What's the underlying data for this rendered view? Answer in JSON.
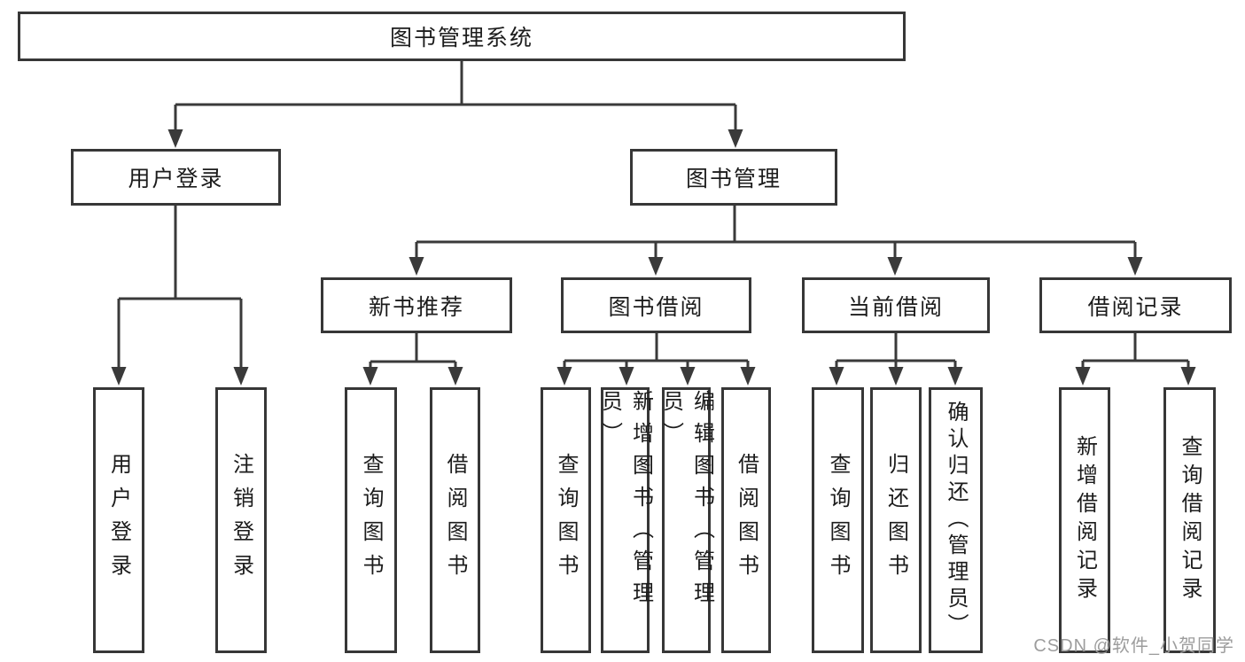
{
  "diagram": {
    "type": "hierarchy-tree",
    "nodes": {
      "root": {
        "label": "图书管理系统"
      },
      "user_login": {
        "label": "用户登录",
        "parent": "root"
      },
      "book_mgmt": {
        "label": "图书管理",
        "parent": "root"
      },
      "new_book_rec": {
        "label": "新书推荐",
        "parent": "book_mgmt"
      },
      "book_borrow": {
        "label": "图书借阅",
        "parent": "book_mgmt"
      },
      "current_borrow": {
        "label": "当前借阅",
        "parent": "book_mgmt"
      },
      "borrow_records": {
        "label": "借阅记录",
        "parent": "book_mgmt"
      },
      "leaf_user_login": {
        "label": "用户登录",
        "parent": "user_login"
      },
      "leaf_logout": {
        "label": "注销登录",
        "parent": "user_login"
      },
      "leaf_query_books_rec": {
        "label": "查询图书",
        "parent": "new_book_rec"
      },
      "leaf_borrow_books_rec": {
        "label": "借阅图书",
        "parent": "new_book_rec"
      },
      "leaf_query_books_borrow": {
        "label": "查询图书",
        "parent": "book_borrow"
      },
      "leaf_add_books": {
        "label": "新增图书（管理员）",
        "parent": "book_borrow"
      },
      "leaf_edit_books": {
        "label": "编辑图书（管理员）",
        "parent": "book_borrow"
      },
      "leaf_borrow_books_borrow": {
        "label": "借阅图书",
        "parent": "book_borrow"
      },
      "leaf_query_books_current": {
        "label": "查询图书",
        "parent": "current_borrow"
      },
      "leaf_return_books": {
        "label": "归还图书",
        "parent": "current_borrow"
      },
      "leaf_confirm_return": {
        "label": "确认归还（管理员）",
        "parent": "current_borrow"
      },
      "leaf_add_borrow_record": {
        "label": "新增借阅记录",
        "parent": "borrow_records"
      },
      "leaf_query_borrow_record": {
        "label": "查询借阅记录",
        "parent": "borrow_records"
      }
    },
    "colors": {
      "box_border": "#373737",
      "connector_line": "#3a3a3a",
      "text": "#1c1c1c",
      "watermark_text": "#9d9d9d",
      "background": "#ffffff"
    }
  },
  "watermark": "CSDN @软件_小贺同学"
}
